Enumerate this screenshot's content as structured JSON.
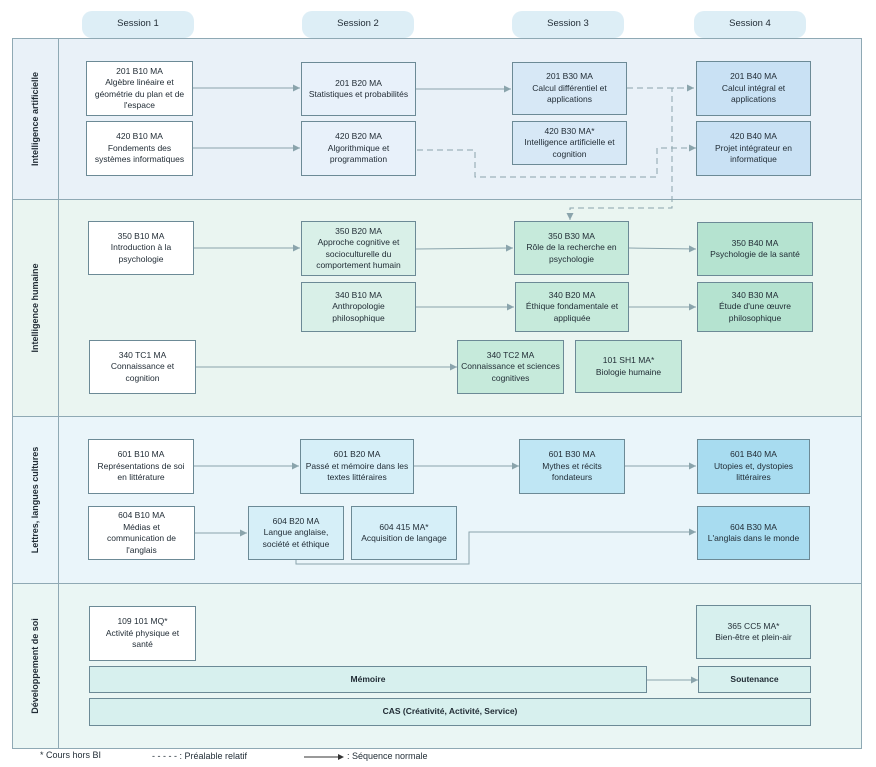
{
  "sessions": [
    "Session 1",
    "Session 2",
    "Session 3",
    "Session 4"
  ],
  "bands": {
    "ai": "Intelligence artificielle",
    "human": "Intelligence humaine",
    "letters": "Lettres, langues cultures",
    "dev": "Développement de soi"
  },
  "courses": {
    "c201b10": [
      "201 B10 MA",
      "Algèbre linéaire et",
      "géométrie du plan et de",
      "l'espace"
    ],
    "c420b10": [
      "420 B10 MA",
      "Fondements des",
      "systèmes informatiques"
    ],
    "c201b20": [
      "201 B20 MA",
      "Statistiques et probabilités"
    ],
    "c420b20": [
      "420 B20 MA",
      "Algorithmique et",
      "programmation"
    ],
    "c201b30": [
      "201 B30 MA",
      "Calcul différentiel et",
      "applications"
    ],
    "c420b30": [
      "420 B30 MA*",
      "Intelligence artificielle et",
      "cognition"
    ],
    "c201b40": [
      "201 B40 MA",
      "Calcul intégral et",
      "applications"
    ],
    "c420b40": [
      "420 B40 MA",
      "Projet intégrateur en",
      "informatique"
    ],
    "c350b10": [
      "350 B10 MA",
      "Introduction à la",
      "psychologie"
    ],
    "c350b20": [
      "350 B20 MA",
      "Approche cognitive et",
      "socioculturelle du",
      "comportement humain"
    ],
    "c340b10": [
      "340 B10 MA",
      "Anthropologie",
      "philosophique"
    ],
    "c350b30": [
      "350 B30 MA",
      "Rôle de la recherche en",
      "psychologie"
    ],
    "c340b20": [
      "340 B20 MA",
      "Éthique fondamentale et",
      "appliquée"
    ],
    "c350b40": [
      "350 B40 MA",
      "Psychologie de la santé"
    ],
    "c340b30": [
      "340 B30 MA",
      "Étude d'une œuvre",
      "philosophique"
    ],
    "c340tc1": [
      "340 TC1 MA",
      "Connaissance et",
      "cognition"
    ],
    "c340tc2": [
      "340 TC2 MA",
      "Connaissance et sciences",
      "cognitives"
    ],
    "c101sh1": [
      "101 SH1 MA*",
      "Biologie humaine"
    ],
    "c601b10": [
      "601 B10 MA",
      "Représentations de soi",
      "en littérature"
    ],
    "c601b20": [
      "601 B20 MA",
      "Passé et mémoire dans les",
      "textes littéraires"
    ],
    "c601b30": [
      "601 B30 MA",
      "Mythes et récits",
      "fondateurs"
    ],
    "c601b40": [
      "601 B40 MA",
      "Utopies et, dystopies",
      "littéraires"
    ],
    "c604b10": [
      "604 B10 MA",
      "Médias et",
      "communication de",
      "l'anglais"
    ],
    "c604b20": [
      "604 B20 MA",
      "Langue anglaise,",
      "société et éthique"
    ],
    "c604415": [
      "604 415 MA*",
      "Acquisition de langage"
    ],
    "c604b30": [
      "604 B30 MA",
      "L'anglais dans le monde"
    ],
    "c109101": [
      "109 101 MQ*",
      "Activité physique et",
      "santé"
    ],
    "c365cc5": [
      "365 CC5 MA*",
      "Bien-être et plein-air"
    ]
  },
  "wide": {
    "memoire": "Mémoire",
    "soutenance": "Soutenance",
    "cas": "CAS (Créativité, Activité, Service)"
  },
  "legend": {
    "hors_bi": "* Cours hors BI",
    "prealable": "- - - - - : Préalable relatif",
    "sequence": ": Séquence normale"
  },
  "colors": {
    "border": "#6c8a96",
    "arrow": "#8aa4ac",
    "ai_band": "#e9f1f8",
    "human_band": "#eaf5f1",
    "letters_band": "#eaf5fa",
    "dev_band": "#eaf6f4"
  }
}
